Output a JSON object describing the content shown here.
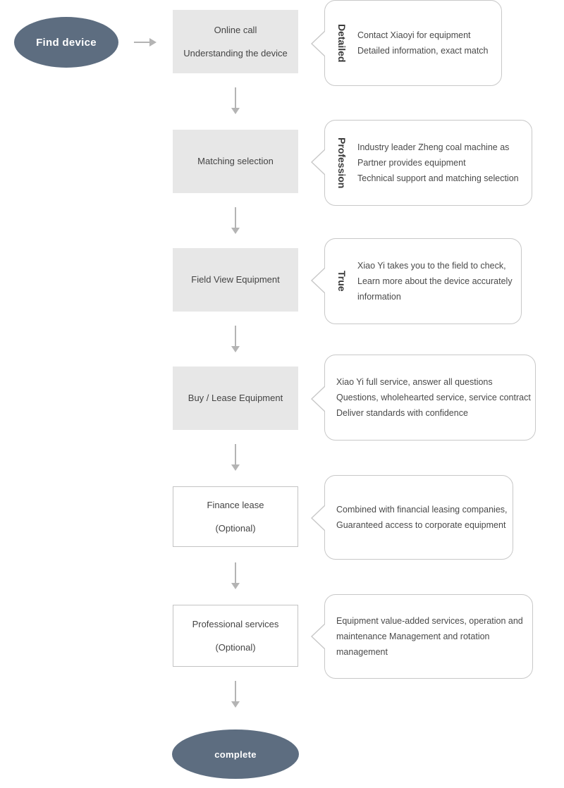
{
  "diagram": {
    "title": "Find device to complete procurement flow",
    "colors": {
      "terminator_fill": "#5d6d80",
      "terminator_text": "#ffffff",
      "process_fill": "#e7e7e7",
      "process_border": "#c3c3c3",
      "callout_border": "#c8c8c8",
      "arrow": "#b4b4b4",
      "text": "#444444"
    },
    "start": {
      "label": "Find device"
    },
    "end": {
      "label": "complete"
    },
    "steps": [
      {
        "id": "online-call",
        "style": "filled",
        "lines": [
          "Online call",
          "Understanding the device"
        ],
        "callout": {
          "vertical_label": "Detailed",
          "lines": [
            "Contact Xiaoyi for equipment",
            "Detailed information, exact match"
          ]
        }
      },
      {
        "id": "matching-selection",
        "style": "filled",
        "lines": [
          "Matching selection"
        ],
        "callout": {
          "vertical_label": "Profession",
          "lines": [
            "Industry leader Zheng coal machine as",
            "Partner provides equipment",
            "Technical support and matching selection"
          ]
        }
      },
      {
        "id": "field-view-equipment",
        "style": "filled",
        "lines": [
          "Field View Equipment"
        ],
        "callout": {
          "vertical_label": "True",
          "lines": [
            "Xiao Yi takes you to the field to check,",
            "Learn more about the device accurately",
            "information"
          ]
        }
      },
      {
        "id": "buy-lease-equipment",
        "style": "filled",
        "lines": [
          "Buy / Lease Equipment"
        ],
        "callout": {
          "vertical_label": "",
          "lines": [
            "Xiao Yi full service, answer all questions",
            "Questions, wholehearted service, service contract",
            "Deliver standards with confidence"
          ]
        }
      },
      {
        "id": "finance-lease",
        "style": "outlined",
        "lines": [
          "Finance lease",
          "(Optional)"
        ],
        "callout": {
          "vertical_label": "",
          "lines": [
            "Combined with financial leasing companies,",
            "Guaranteed access to corporate equipment"
          ]
        }
      },
      {
        "id": "professional-services",
        "style": "outlined",
        "lines": [
          "Professional services",
          "(Optional)"
        ],
        "callout": {
          "vertical_label": "",
          "lines": [
            "Equipment value-added services, operation and",
            " maintenance Management and rotation",
            "management"
          ]
        }
      }
    ]
  }
}
